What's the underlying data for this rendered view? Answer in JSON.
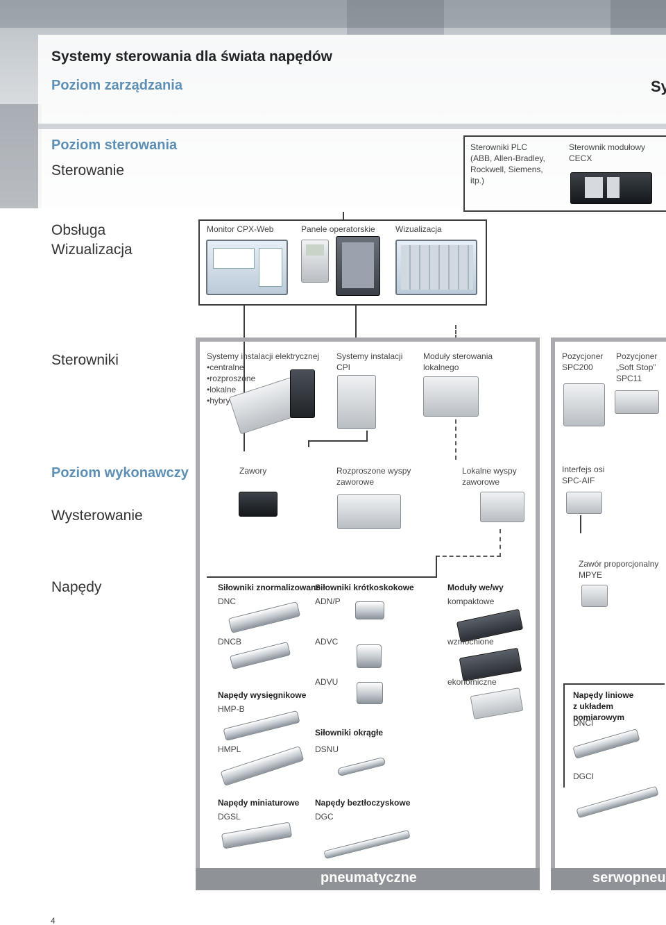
{
  "header": {
    "title": "Systemy sterowania dla świata napędów",
    "management_level": "Poziom zarządzania",
    "cut_word": "Sy"
  },
  "control_level": {
    "level_label": "Poziom sterowania",
    "section_label": "Sterowanie",
    "plc_caption": [
      "Sterowniki PLC",
      "(ABB, Allen-Bradley,",
      "Rockwell, Siemens,",
      "itp.)"
    ],
    "cecx_caption": [
      "Sterownik modułowy",
      "CECX"
    ]
  },
  "hmi": {
    "section_label": [
      "Obsługa",
      "Wizualizacja"
    ],
    "items": [
      {
        "label": "Monitor CPX-Web"
      },
      {
        "label": "Panele operatorskie"
      },
      {
        "label": "Wizualizacja"
      }
    ]
  },
  "controllers": {
    "section_label": "Sterowniki",
    "electrical_title": "Systemy instalacji elektrycznej",
    "electrical_bullets": [
      "centralne",
      "rozproszone",
      "lokalne",
      "hybrydowe"
    ],
    "cpi_caption": [
      "Systemy instalacji",
      "CPI"
    ],
    "local_control_caption": [
      "Moduły sterowania",
      "lokalnego"
    ],
    "spc200_caption": [
      "Pozycjoner",
      "SPC200"
    ],
    "spc11_caption": [
      "Pozycjoner",
      "„Soft Stop”",
      "SPC11"
    ]
  },
  "execution": {
    "level_label": "Poziom wykonawczy",
    "section_label": "Wysterowanie",
    "valves": "Zawory",
    "distributed_valve_terminals": [
      "Rozproszone wyspy",
      "zaworowe"
    ],
    "local_valve_terminals": [
      "Lokalne wyspy",
      "zaworowe"
    ],
    "axis_interface": [
      "Interfejs osi",
      "SPC-AIF"
    ],
    "proportional_valve": [
      "Zawór proporcjonalny",
      "MPYE"
    ]
  },
  "drives": {
    "section_label": "Napędy",
    "standard_cylinders": "Siłowniki znormalizowane",
    "dnc": "DNC",
    "dncb": "DNCB",
    "compact_cylinders": "Siłowniki krótkoskokowe",
    "adn_p": "ADN/P",
    "advc": "ADVC",
    "advu": "ADVU",
    "io_modules": "Moduły we/wy",
    "io_compact": "kompaktowe",
    "io_reinforced": "wzmocnione",
    "io_economic": "ekonomiczne",
    "cantilever_drives": "Napędy wysięgnikowe",
    "hmp_b": "HMP-B",
    "hmpl": "HMPL",
    "round_cylinders": "Siłowniki okrągłe",
    "dsnu": "DSNU",
    "mini_slides": "Napędy miniaturowe",
    "dgsl": "DGSL",
    "rodless_drives": "Napędy beztłoczyskowe",
    "dgc": "DGC",
    "linear_drives_measuring": [
      "Napędy liniowe",
      "z układem pomiarowym"
    ],
    "dnci": "DNCI",
    "dgci": "DGCI"
  },
  "banners": {
    "pneumatic": "pneumatyczne",
    "servo": "serwopneu"
  },
  "footer": {
    "page_number": "4"
  }
}
